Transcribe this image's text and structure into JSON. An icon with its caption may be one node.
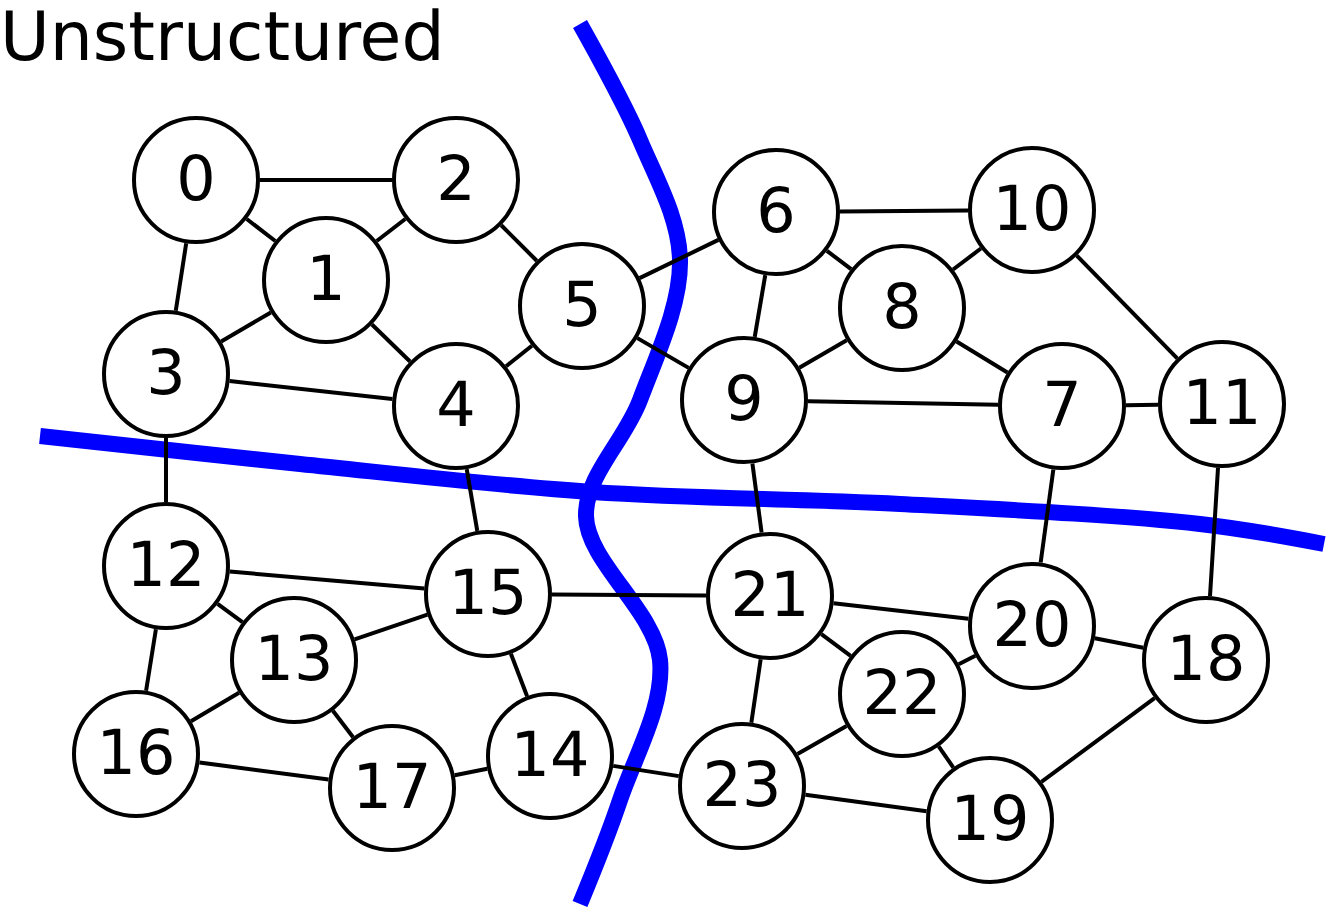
{
  "diagram": {
    "title": "Unstructured",
    "nodes": [
      {
        "text": [
          "0"
        ]
      },
      {
        "text": [
          "1"
        ]
      },
      {
        "text": [
          "2"
        ]
      },
      {
        "text": [
          "3"
        ]
      },
      {
        "text": [
          "4"
        ]
      },
      {
        "text": [
          "5"
        ]
      },
      {
        "text": [
          "6"
        ]
      },
      {
        "text": [
          "7"
        ]
      },
      {
        "text": [
          "8"
        ]
      },
      {
        "text": [
          "9"
        ]
      },
      {
        "text": [
          "10"
        ]
      },
      {
        "text": [
          "11"
        ]
      },
      {
        "text": [
          "12"
        ]
      },
      {
        "text": [
          "13"
        ]
      },
      {
        "text": [
          "14"
        ]
      },
      {
        "text": [
          "15"
        ]
      },
      {
        "text": [
          "16"
        ]
      },
      {
        "text": [
          "17"
        ]
      },
      {
        "text": [
          "18"
        ]
      },
      {
        "text": [
          "19"
        ]
      },
      {
        "text": [
          "20"
        ]
      },
      {
        "text": [
          "21"
        ]
      },
      {
        "text": [
          "22"
        ]
      },
      {
        "text": [
          "23"
        ]
      }
    ],
    "edges": [
      {
        "from": 0,
        "to": 2,
        "arrow": "none"
      },
      {
        "from": 0,
        "to": 1,
        "arrow": "none"
      },
      {
        "from": 0,
        "to": 3,
        "arrow": "none"
      },
      {
        "from": 1,
        "to": 2,
        "arrow": "none"
      },
      {
        "from": 1,
        "to": 3,
        "arrow": "none"
      },
      {
        "from": 1,
        "to": 4,
        "arrow": "none"
      },
      {
        "from": 2,
        "to": 5,
        "arrow": "none"
      },
      {
        "from": 3,
        "to": 4,
        "arrow": "none"
      },
      {
        "from": 4,
        "to": 5,
        "arrow": "none"
      },
      {
        "from": 5,
        "to": 6,
        "arrow": "none"
      },
      {
        "from": 5,
        "to": 9,
        "arrow": "none"
      },
      {
        "from": 6,
        "to": 10,
        "arrow": "none"
      },
      {
        "from": 6,
        "to": 9,
        "arrow": "none"
      },
      {
        "from": 6,
        "to": 8,
        "arrow": "none"
      },
      {
        "from": 8,
        "to": 10,
        "arrow": "none"
      },
      {
        "from": 8,
        "to": 9,
        "arrow": "none"
      },
      {
        "from": 8,
        "to": 7,
        "arrow": "none"
      },
      {
        "from": 9,
        "to": 7,
        "arrow": "none"
      },
      {
        "from": 10,
        "to": 11,
        "arrow": "none"
      },
      {
        "from": 7,
        "to": 11,
        "arrow": "none"
      },
      {
        "from": 3,
        "to": 12,
        "arrow": "none"
      },
      {
        "from": 4,
        "to": 15,
        "arrow": "none"
      },
      {
        "from": 9,
        "to": 21,
        "arrow": "none"
      },
      {
        "from": 7,
        "to": 20,
        "arrow": "none"
      },
      {
        "from": 11,
        "to": 18,
        "arrow": "none"
      },
      {
        "from": 12,
        "to": 15,
        "arrow": "none"
      },
      {
        "from": 12,
        "to": 13,
        "arrow": "none"
      },
      {
        "from": 12,
        "to": 16,
        "arrow": "none"
      },
      {
        "from": 13,
        "to": 15,
        "arrow": "none"
      },
      {
        "from": 13,
        "to": 16,
        "arrow": "none"
      },
      {
        "from": 13,
        "to": 17,
        "arrow": "none"
      },
      {
        "from": 16,
        "to": 17,
        "arrow": "none"
      },
      {
        "from": 15,
        "to": 14,
        "arrow": "none"
      },
      {
        "from": 17,
        "to": 14,
        "arrow": "none"
      },
      {
        "from": 15,
        "to": 21,
        "arrow": "none"
      },
      {
        "from": 14,
        "to": 23,
        "arrow": "none"
      },
      {
        "from": 21,
        "to": 20,
        "arrow": "none"
      },
      {
        "from": 21,
        "to": 23,
        "arrow": "none"
      },
      {
        "from": 21,
        "to": 22,
        "arrow": "none"
      },
      {
        "from": 20,
        "to": 18,
        "arrow": "none"
      },
      {
        "from": 22,
        "to": 20,
        "arrow": "none"
      },
      {
        "from": 22,
        "to": 23,
        "arrow": "none"
      },
      {
        "from": 22,
        "to": 19,
        "arrow": "none"
      },
      {
        "from": 23,
        "to": 19,
        "arrow": "none"
      },
      {
        "from": 18,
        "to": 19,
        "arrow": "none"
      }
    ]
  }
}
